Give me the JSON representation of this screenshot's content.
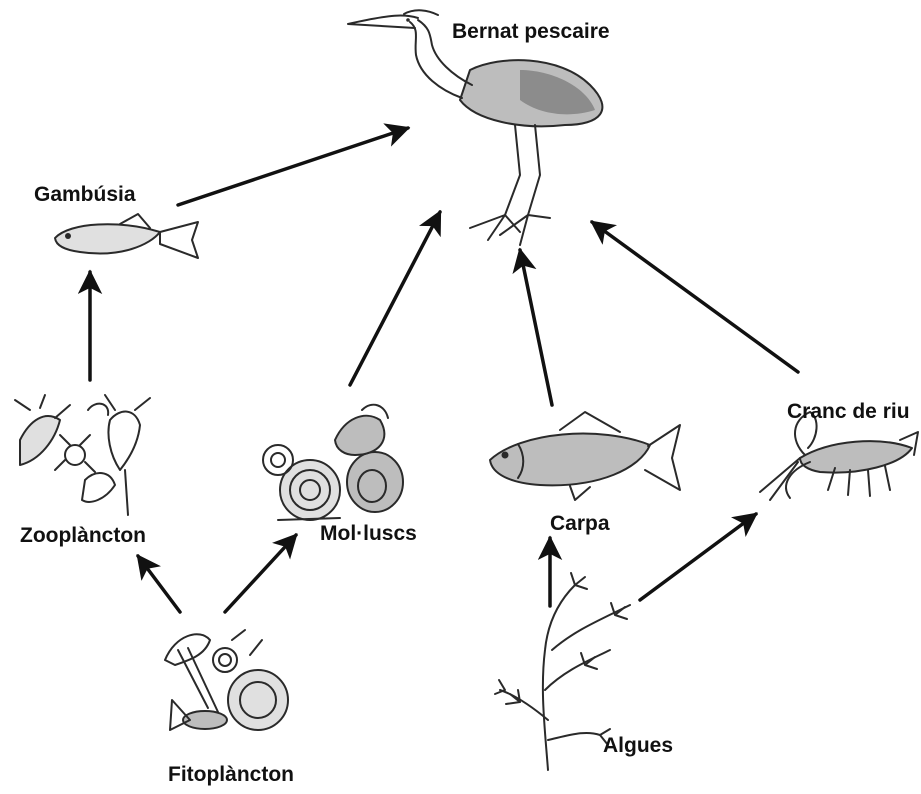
{
  "colors": {
    "arrow": "#111111",
    "text": "#111111",
    "drawing": "#2a2a2a"
  },
  "organisms": [
    {
      "id": "heron",
      "label": "Bernat pescaire"
    },
    {
      "id": "gambusia",
      "label": "Gambúsia"
    },
    {
      "id": "zooplankton",
      "label": "Zooplàncton"
    },
    {
      "id": "molluscs",
      "label": "Mol·luscs"
    },
    {
      "id": "carp",
      "label": "Carpa"
    },
    {
      "id": "crayfish",
      "label": "Cranc de riu"
    },
    {
      "id": "phytoplankton",
      "label": "Fitoplàncton"
    },
    {
      "id": "algae",
      "label": "Algues"
    }
  ],
  "links": [
    {
      "from": "gambusia",
      "to": "heron"
    },
    {
      "from": "molluscs",
      "to": "heron"
    },
    {
      "from": "carp",
      "to": "heron"
    },
    {
      "from": "crayfish",
      "to": "heron"
    },
    {
      "from": "zooplankton",
      "to": "gambusia"
    },
    {
      "from": "phytoplankton",
      "to": "zooplankton"
    },
    {
      "from": "phytoplankton",
      "to": "molluscs"
    },
    {
      "from": "algae",
      "to": "carp"
    },
    {
      "from": "algae",
      "to": "crayfish"
    }
  ]
}
